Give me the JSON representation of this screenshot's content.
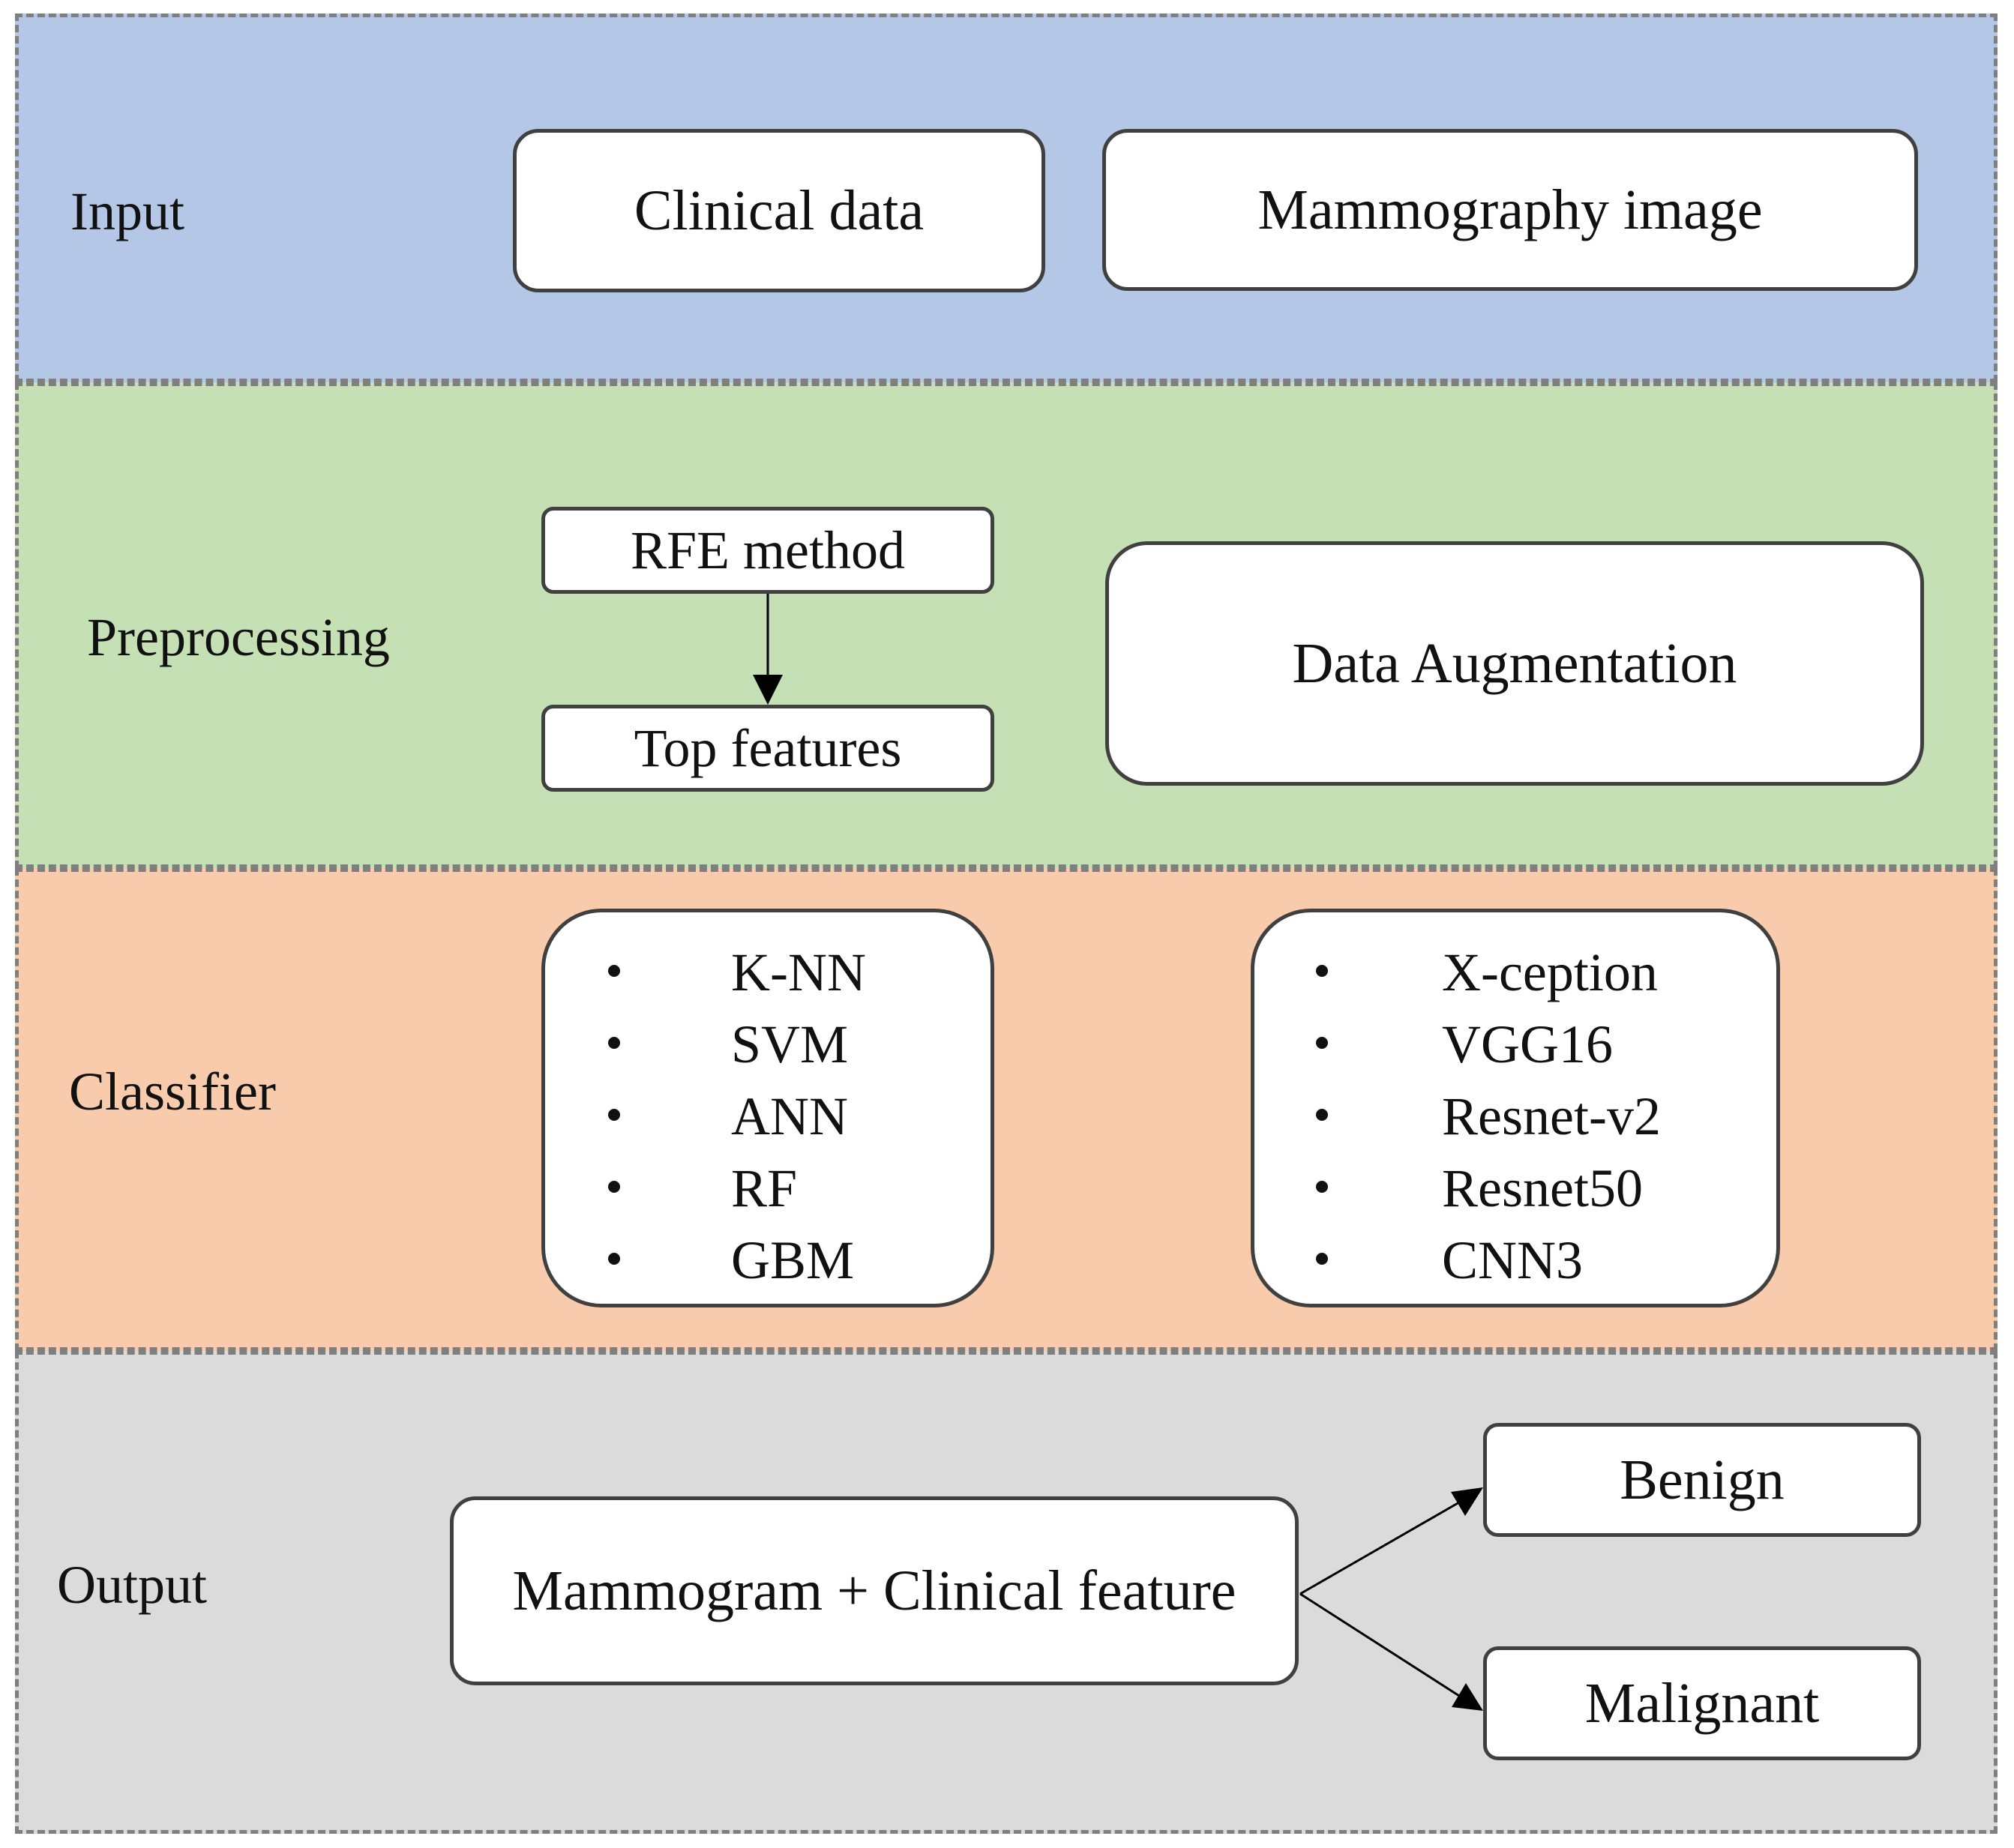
{
  "stages": {
    "input": "Input",
    "preprocessing": "Preprocessing",
    "classifier": "Classifier",
    "output": "Output"
  },
  "input": {
    "clinical": "Clinical data",
    "mammography": "Mammography image"
  },
  "preprocessing": {
    "rfe": "RFE method",
    "top_features": "Top features",
    "augmentation": "Data Augmentation"
  },
  "classifier": {
    "ml_models": [
      "K-NN",
      "SVM",
      "ANN",
      "RF",
      "GBM"
    ],
    "dl_models": [
      "X-ception",
      "VGG16",
      "Resnet-v2",
      "Resnet50",
      "CNN3"
    ]
  },
  "output": {
    "combined": "Mammogram + Clinical feature",
    "benign": "Benign",
    "malignant": "Malignant"
  }
}
